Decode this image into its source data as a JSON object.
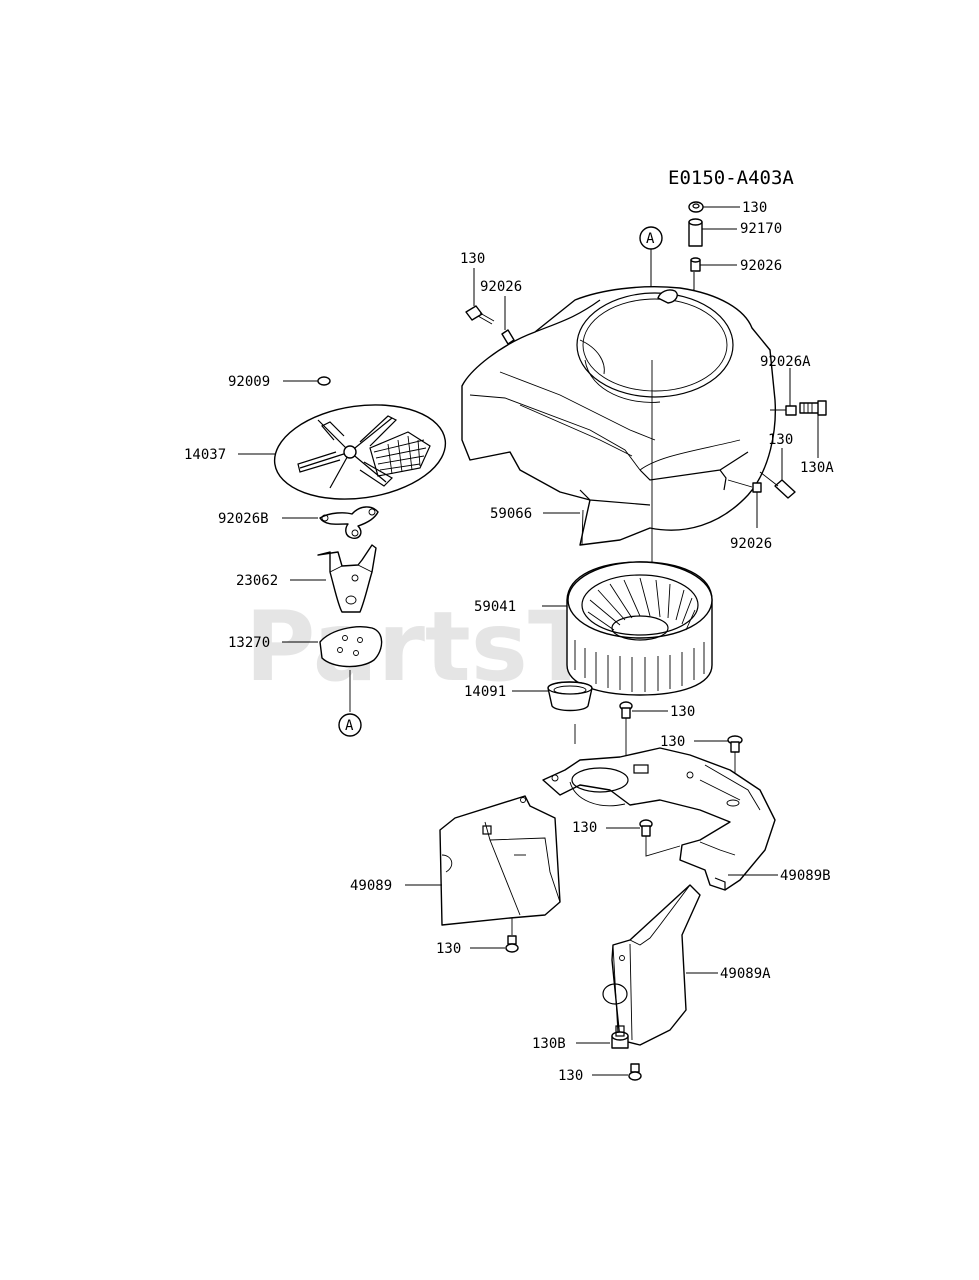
{
  "diagram_code": "E0150-A403A",
  "watermark": "PartsTre",
  "reference_marker": "A",
  "callouts": {
    "c130_top": "130",
    "c92170": "92170",
    "c92026_top": "92026",
    "c130_housing": "130",
    "c92026_housing": "92026",
    "c92026A": "92026A",
    "c130_right": "130",
    "c130A": "130A",
    "c92026_right": "92026",
    "c59066": "59066",
    "c92009": "92009",
    "c14037": "14037",
    "c92026B": "92026B",
    "c23062": "23062",
    "c59041": "59041",
    "c13270": "13270",
    "c14091": "14091",
    "c130_mid": "130",
    "c130_plate": "130",
    "c130_center": "130",
    "c49089B": "49089B",
    "c49089": "49089",
    "c130_bottom_left": "130",
    "c49089A": "49089A",
    "c130B": "130B",
    "c130_bottom": "130"
  }
}
